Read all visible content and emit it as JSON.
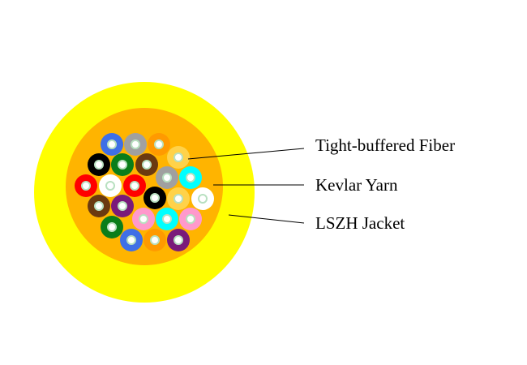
{
  "labels": {
    "fiber": "Tight-buffered Fiber",
    "kevlar": "Kevlar Yarn",
    "jacket": "LSZH Jacket"
  },
  "colors": {
    "jacket": "#ffff00",
    "kevlar": "#ffb400",
    "core_outer": "#b8e0c0",
    "core_inner": "#ffffff",
    "leader": "#000000",
    "text": "#000000"
  },
  "fibers": [
    {
      "color": "#3f6fe6"
    },
    {
      "color": "#a0a0a0"
    },
    {
      "color": "#ff9a00"
    },
    {
      "color": "#ffd24a"
    },
    {
      "color": "#000000"
    },
    {
      "color": "#0a7d1a"
    },
    {
      "color": "#6b3a10"
    },
    {
      "color": "#a0a0a0"
    },
    {
      "color": "#00ffff"
    },
    {
      "color": "#ff0000"
    },
    {
      "color": "#ffffff"
    },
    {
      "color": "#ff0000"
    },
    {
      "color": "#000000"
    },
    {
      "color": "#ffd24a"
    },
    {
      "color": "#ffffff"
    },
    {
      "color": "#6b3a10"
    },
    {
      "color": "#7a1a7a"
    },
    {
      "color": "#ff99cc"
    },
    {
      "color": "#00ffff"
    },
    {
      "color": "#ff99cc"
    },
    {
      "color": "#0a7d1a"
    },
    {
      "color": "#3f6fe6"
    },
    {
      "color": "#ff9a00"
    },
    {
      "color": "#7a1a7a"
    }
  ]
}
